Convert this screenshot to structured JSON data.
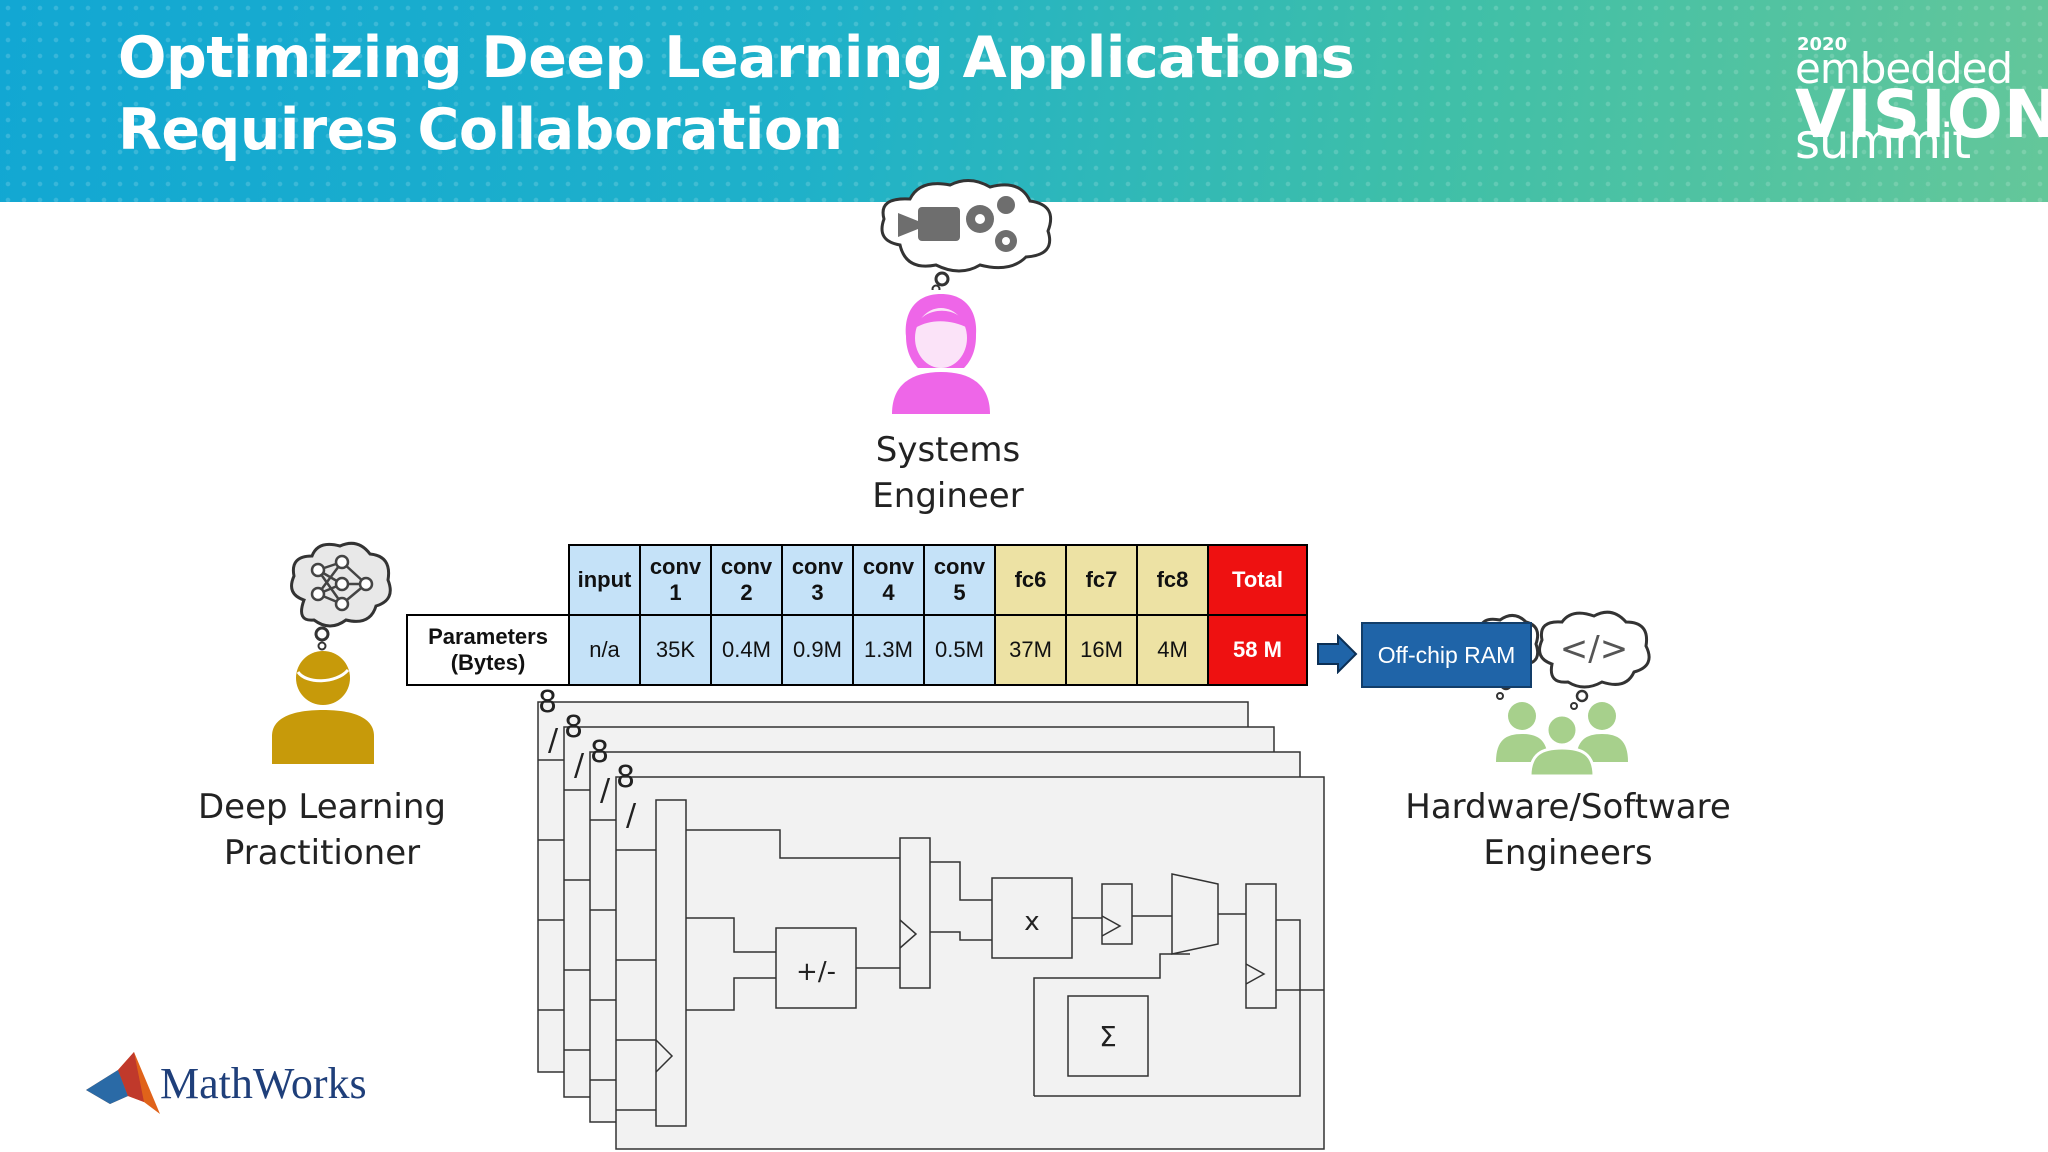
{
  "slide": {
    "title": "Optimizing Deep Learning Applications Requires Collaboration",
    "event_logo": {
      "year": "2020",
      "line1": "embedded",
      "line2": "VISION",
      "line3": "summit"
    },
    "brand": "MathWorks",
    "roles": {
      "systems_engineer": {
        "line1": "Systems",
        "line2": "Engineer",
        "icon": "woman-icon",
        "color": "#ee66e8"
      },
      "dl_practitioner": {
        "line1": "Deep Learning",
        "line2": "Practitioner",
        "icon": "person-icon",
        "color": "#c79a0a"
      },
      "hw_sw_engineers": {
        "line1": "Hardware/Software",
        "line2": "Engineers",
        "icon": "group-icon",
        "color": "#a7d08c"
      }
    },
    "table": {
      "headers": [
        {
          "l1": "input",
          "l2": ""
        },
        {
          "l1": "conv",
          "l2": "1"
        },
        {
          "l1": "conv",
          "l2": "2"
        },
        {
          "l1": "conv",
          "l2": "3"
        },
        {
          "l1": "conv",
          "l2": "4"
        },
        {
          "l1": "conv",
          "l2": "5"
        },
        {
          "l1": "fc6",
          "l2": ""
        },
        {
          "l1": "fc7",
          "l2": ""
        },
        {
          "l1": "fc8",
          "l2": ""
        },
        {
          "l1": "Total",
          "l2": ""
        }
      ],
      "row_label_l1": "Parameters",
      "row_label_l2": "(Bytes)",
      "values": [
        "n/a",
        "35K",
        "0.4M",
        "0.9M",
        "1.3M",
        "0.5M",
        "37M",
        "16M",
        "4M",
        "58 M"
      ]
    },
    "offchip_ram": "Off-chip RAM",
    "code_symbol": "</>",
    "circuit": {
      "bit_width": "8",
      "slash": "/",
      "add_sub": "+/-",
      "multiply": "x",
      "sum": "Σ"
    },
    "colors": {
      "header_start": "#12a7d3",
      "header_end": "#64c79a",
      "table_blue": "#c5e2f8",
      "table_tan": "#ede2a4",
      "table_red": "#ee1111",
      "ram_blue": "#1f64a8"
    }
  }
}
